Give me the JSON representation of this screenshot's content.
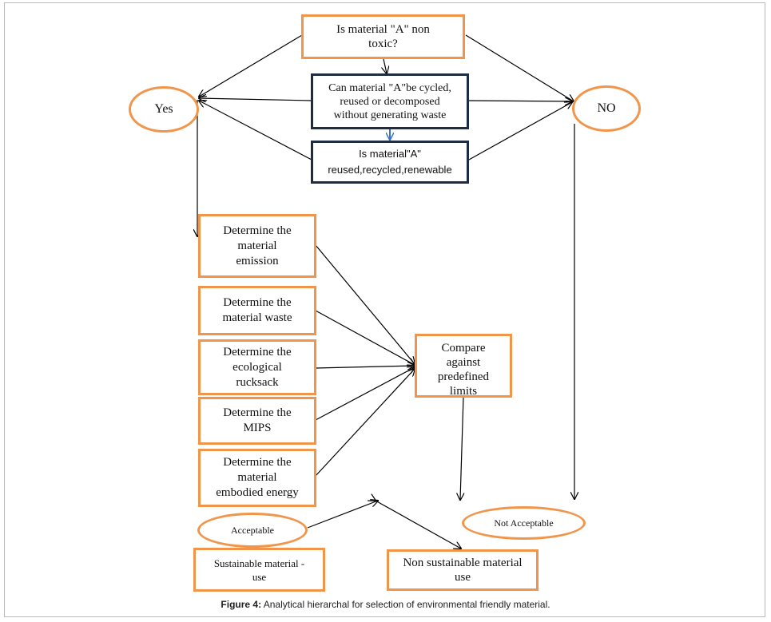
{
  "nodes": {
    "q_toxic": "Is material \"A\" non\ntoxic?",
    "q_cycled": "Can material \"A\"be cycled,\nreused or decomposed\nwithout generating waste",
    "q_reused": "Is material\"A\"\nreused,recycled,renewable",
    "yes": "Yes",
    "no": "NO",
    "emission": "Determine the\nmaterial\nemission",
    "waste": "Determine the\nmaterial waste",
    "rucksack": "Determine the\necological\nrucksack",
    "mips": "Determine the\nMIPS",
    "embodied": "Determine the\nmaterial\nembodied energy",
    "compare": "Compare\nagainst\npredefined\nlimits",
    "acceptable": "Acceptable",
    "not_acceptable": "Not Acceptable",
    "sustainable": "Sustainable material -\nuse",
    "non_sustainable": "Non sustainable material\nuse"
  },
  "caption": {
    "label": "Figure 4:",
    "text": " Analytical hierarchal for selection of environmental friendly material."
  },
  "colors": {
    "orange_border": "#f0954a",
    "dark_border": "#1f2d44",
    "blue_arrow": "#3a73c4"
  }
}
